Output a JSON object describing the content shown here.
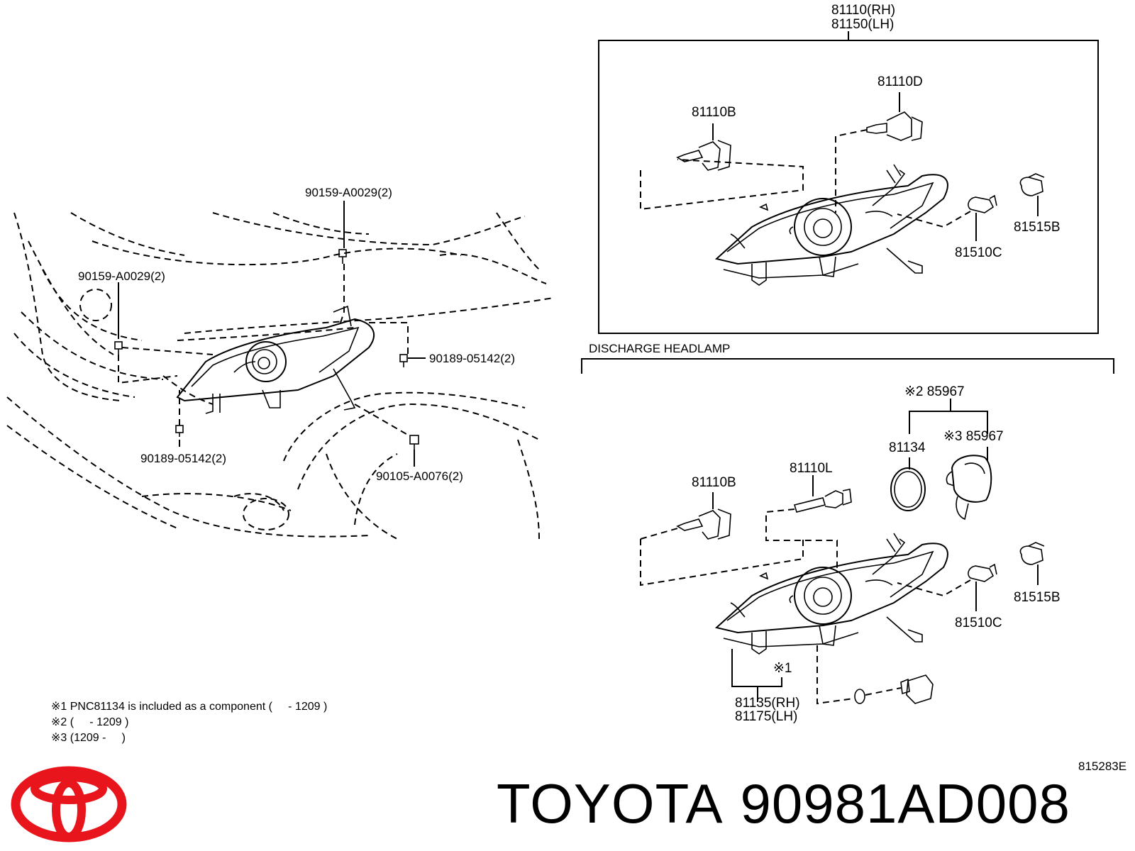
{
  "assembly": {
    "rh": "81110(RH)",
    "lh": "81150(LH)"
  },
  "section_title": "DISCHARGE HEADLAMP",
  "labels": {
    "bulb_b_top": "81110B",
    "bulb_d": "81110D",
    "socket_15b_top": "81515B",
    "socket_10c_top": "81510C",
    "bolt_left": "90159-A0029(2)",
    "bolt_top": "90159-A0029(2)",
    "screw_right": "90189-05142(2)",
    "screw_bottom": "90189-05142(2)",
    "bolt_fender": "90105-A0076(2)",
    "note2_part": "※2 85967",
    "note3_part": "※3 85967",
    "gasket": "81134",
    "bulb_b_bottom": "81110B",
    "bulb_l": "81110L",
    "socket_15b_bottom": "81515B",
    "socket_10c_bottom": "81510C",
    "note1_mark": "※1",
    "leveler_rh": "81135(RH)",
    "leveler_lh": "81175(LH)"
  },
  "notes": [
    "※1 PNC81134 is included as a component (     - 1209 )",
    "※2 (     - 1209 )",
    "※3 (1209 -     )"
  ],
  "figure_id": "815283E",
  "brand": {
    "name": "TOYOTA",
    "part_number": "90981AD008",
    "logo_color": "#e8161c"
  }
}
